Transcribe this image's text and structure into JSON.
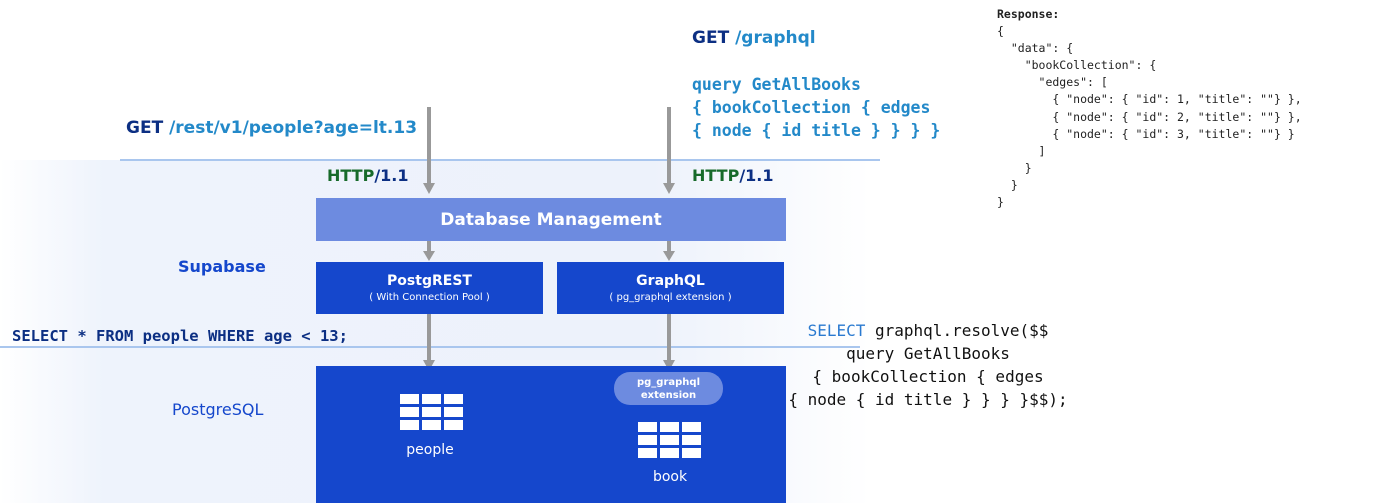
{
  "rest_request": {
    "method": "GET",
    "path": "/rest/v1/people?age=lt.13"
  },
  "graphql_request": {
    "method": "GET",
    "path": "/graphql",
    "query_lines": [
      "query GetAllBooks",
      "{ bookCollection { edges",
      "{ node { id title } } } }"
    ]
  },
  "http_left": {
    "proto": "HTTP",
    "version": "/1.1"
  },
  "http_right": {
    "proto": "HTTP",
    "version": "/1.1"
  },
  "database_management": "Database Management",
  "supabase_label": "Supabase",
  "postgrest": {
    "title": "PostgREST",
    "subtitle": "( With Connection Pool )"
  },
  "graphql": {
    "title": "GraphQL",
    "subtitle": "( pg_graphql extension )"
  },
  "sql_left": "SELECT * FROM people WHERE age < 13;",
  "sql_right": {
    "keyword": "SELECT",
    "line1_rest": " graphql.resolve($$",
    "lines": [
      "query GetAllBooks",
      "{ bookCollection { edges",
      "{ node { id title } } } }$$);"
    ]
  },
  "postgresql_label": "PostgreSQL",
  "extension_badge": [
    "pg_graphql",
    "extension"
  ],
  "tables": {
    "people": "people",
    "book": "book"
  },
  "response": {
    "heading": "Response:",
    "lines": [
      "{",
      "  \"data\": {",
      "    \"bookCollection\": {",
      "      \"edges\": [",
      "        { \"node\": { \"id\": 1, \"title\": \"\"} },",
      "        { \"node\": { \"id\": 2, \"title\": \"\"} },",
      "        { \"node\": { \"id\": 3, \"title\": \"\"} }",
      "      ]",
      "    }",
      "  }",
      "}"
    ]
  },
  "colors": {
    "navy": "#0c2f83",
    "teal": "#2389c9",
    "green": "#176a2a",
    "brand_blue": "#1547cc",
    "light_blue": "#6d8be0",
    "arrow": "#999999"
  }
}
